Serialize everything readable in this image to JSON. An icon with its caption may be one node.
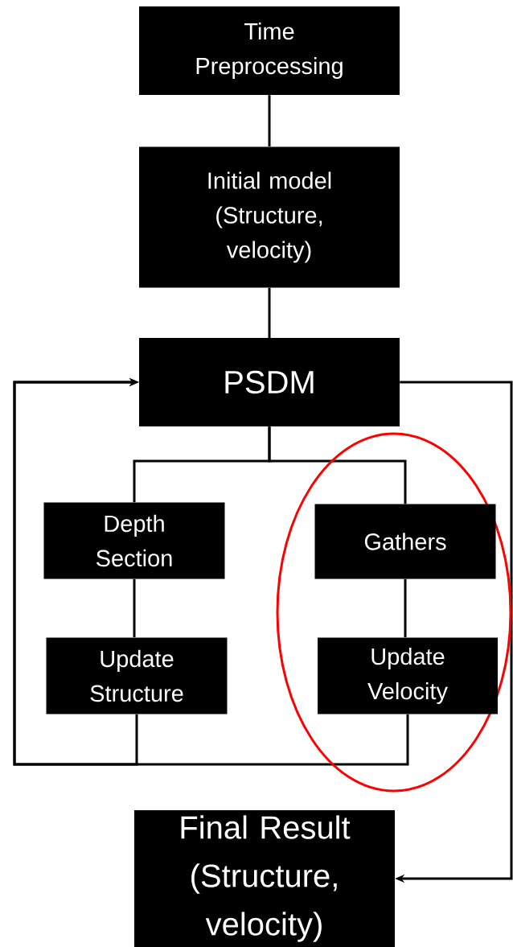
{
  "diagram": {
    "nodes": [
      {
        "text": [
          "Time Preprocessing"
        ]
      },
      {
        "text": [
          "Initial model (Structure, velocity)"
        ]
      },
      {
        "text": [
          "PSDM"
        ]
      },
      {
        "text": [
          "Depth Section"
        ]
      },
      {
        "text": [
          "Update Structure"
        ]
      },
      {
        "text": [
          "Gathers"
        ]
      },
      {
        "text": [
          "Update Velocity"
        ]
      },
      {
        "text": [
          "Final Result (Structure, velocity)"
        ]
      }
    ],
    "edges": [
      {
        "from": 0,
        "to": 1,
        "arrow": "none"
      },
      {
        "from": 1,
        "to": 2,
        "arrow": "none"
      },
      {
        "from": 2,
        "to": 3,
        "arrow": "none"
      },
      {
        "from": 2,
        "to": 5,
        "arrow": "none"
      },
      {
        "from": 3,
        "to": 4,
        "arrow": "none"
      },
      {
        "from": 5,
        "to": 6,
        "arrow": "none"
      },
      {
        "from": 4,
        "to": 2,
        "arrow": "to"
      },
      {
        "from": 6,
        "to": 2,
        "arrow": "to"
      },
      {
        "from": 2,
        "to": 7,
        "arrow": "to"
      }
    ]
  }
}
